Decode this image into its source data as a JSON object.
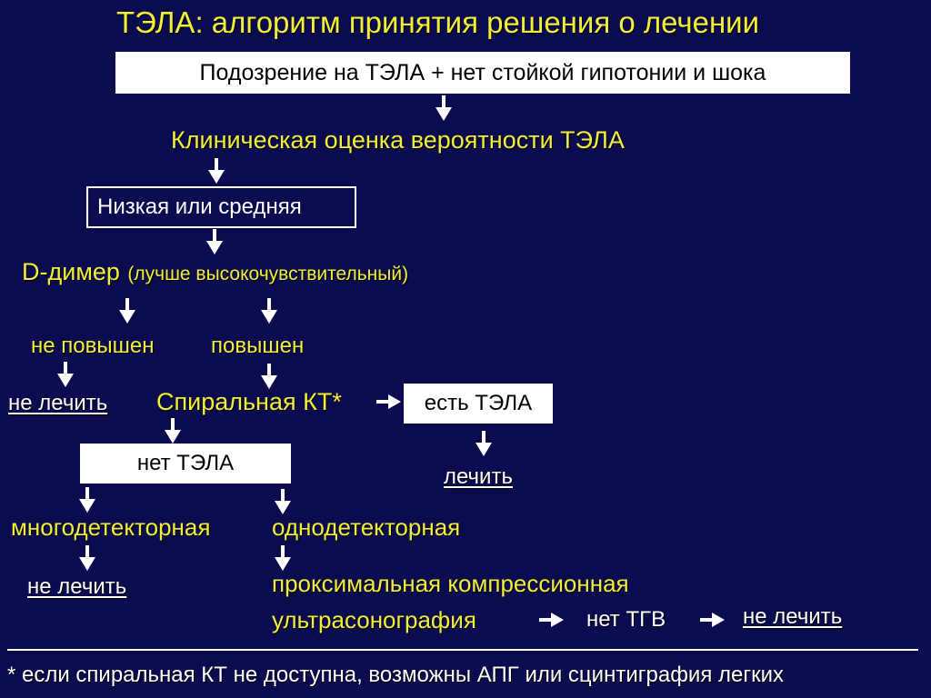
{
  "title": "ТЭЛА: алгоритм принятия решения о лечении",
  "nodes": {
    "suspicion": "Подозрение на ТЭЛА + нет стойкой гипотонии и шока",
    "clinical_assessment": "Клиническая оценка вероятности ТЭЛА",
    "low_or_medium": "Низкая или средняя",
    "d_dimer": "D-димер",
    "d_dimer_note": "(лучше высокочувствительный)",
    "not_elevated": "не повышен",
    "elevated": "повышен",
    "no_treat_1": "не лечить",
    "spiral_ct": "Спиральная КТ*",
    "pe_present": "есть ТЭЛА",
    "treat": "лечить",
    "no_pe": "нет ТЭЛА",
    "multidetector": "многодетекторная",
    "single_detector": "однодетекторная",
    "no_treat_2": "не лечить",
    "ultrasound_line1": "проксимальная компрессионная",
    "ultrasound_line2": "ультрасонография",
    "no_dvt": "нет ТГВ",
    "no_treat_3": "не лечить"
  },
  "footnote": "* если спиральная КТ не доступна, возможны АПГ или сцинтиграфия легких",
  "colors": {
    "background": "#0b0b4f",
    "highlight": "#f2ef3a",
    "text": "#ffffff"
  }
}
